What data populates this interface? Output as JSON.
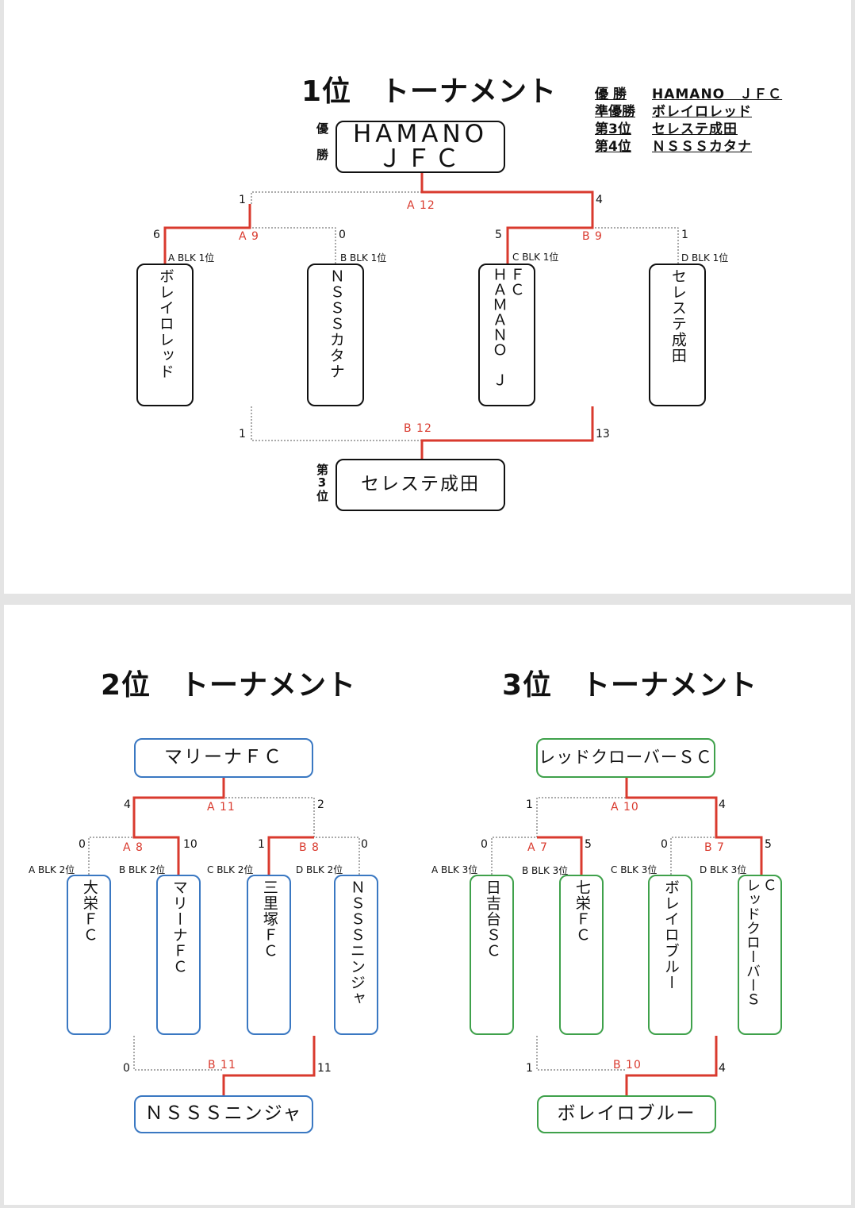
{
  "t1": {
    "title": "1位　トーナメント",
    "champion_label": "優勝",
    "champion": "HAMANO　ＪＦＣ",
    "third_label": "第3位",
    "third": "セレステ成田",
    "results": [
      {
        "rank": "優 勝",
        "team": "HAMANO　ＪＦＣ"
      },
      {
        "rank": "準優勝",
        "team": "ボレイロレッド"
      },
      {
        "rank": "第3位",
        "team": "セレステ成田"
      },
      {
        "rank": "第4位",
        "team": "ＮＳＳＳカタナ"
      }
    ],
    "teams": [
      "ボレイロレッド",
      "ＮＳＳＳカタナ",
      "HAMANO　ＪFC",
      "セレステ成田"
    ],
    "team_box_texts": [
      "ボレイロレッド",
      "ＮＳＳＳカタナ",
      "ＨＡＭＡＮＯ　Ｊ",
      "ＦＣ",
      "セレステ成田"
    ],
    "blocks": [
      "A BLK 1位",
      "B BLK 1位",
      "C BLK 1位",
      "D BLK 1位"
    ],
    "matches": {
      "a9": "A 9",
      "b9": "B 9",
      "a12": "A 12",
      "b12": "B 12"
    },
    "scores": {
      "a9_left": "6",
      "a9_right": "0",
      "b9_left": "5",
      "b9_right": "1",
      "a12_left": "1",
      "a12_right": "4",
      "b12_left": "1",
      "b12_right": "13"
    }
  },
  "t2": {
    "title": "2位　トーナメント",
    "winner": "マリーナＦＣ",
    "third": "ＮＳＳＳニンジャ",
    "teams": [
      "大栄ＦＣ",
      "マリーナＦＣ",
      "三里塚ＦＣ",
      "ＮＳＳＳニンジャ"
    ],
    "blocks": [
      "A BLK 2位",
      "B BLK 2位",
      "C BLK 2位",
      "D BLK 2位"
    ],
    "matches": {
      "a8": "A 8",
      "b8": "B 8",
      "a11": "A 11",
      "b11": "B 11"
    },
    "scores": {
      "a8_left": "0",
      "a8_right": "10",
      "b8_left": "1",
      "b8_right": "0",
      "a11_left": "4",
      "a11_right": "2",
      "b11_left": "0",
      "b11_right": "11"
    }
  },
  "t3": {
    "title": "3位　トーナメント",
    "winner": "レッドクローバーＳＣ",
    "third": "ボレイロブルー",
    "teams": [
      "日吉台ＳＣ",
      "七栄ＦＣ",
      "ボレイロブルー",
      "レッドクローバーＳＣ"
    ],
    "team_box_texts": [
      "日吉台ＳＣ",
      "七栄ＦＣ",
      "ボレイロブルー",
      "レッドクローバーＳ",
      "Ｃ"
    ],
    "blocks": [
      "A BLK 3位",
      "B BLK 3位",
      "C BLK 3位",
      "D BLK 3位"
    ],
    "matches": {
      "a7": "A 7",
      "b7": "B 7",
      "a10": "A 10",
      "b10": "B 10"
    },
    "scores": {
      "a7_left": "0",
      "a7_right": "5",
      "b7_left": "0",
      "b7_right": "5",
      "a10_left": "1",
      "a10_right": "4",
      "b10_left": "1",
      "b10_right": "4"
    }
  },
  "colors": {
    "win_line": "#d93a2e",
    "lose_line": "#555555",
    "t2_border": "#3a78c2",
    "t3_border": "#3fa14b"
  }
}
